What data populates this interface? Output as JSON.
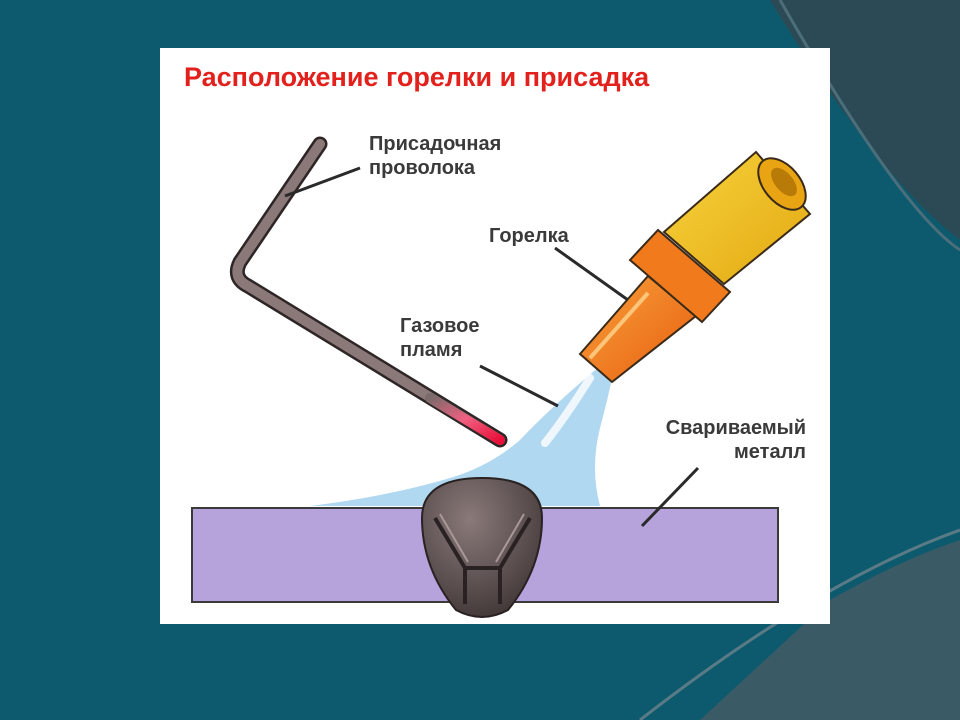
{
  "title": "Расположение горелки и присадка",
  "labels": {
    "filler_wire": [
      "Присадочная",
      "проволока"
    ],
    "torch": "Горелка",
    "gas_flame": [
      "Газовое",
      "пламя"
    ],
    "base_metal": [
      "Свариваемый",
      "металл"
    ]
  },
  "colors": {
    "background": "#0d5a6e",
    "title": "#e3211c",
    "metal_plate": "#b39ddb",
    "torch_tip": "#f57c1f",
    "torch_body": "#f2c21a",
    "flame": "#a9d4ef",
    "weld_bead": "#5a4e4e",
    "wire": "#7a6a6a"
  }
}
